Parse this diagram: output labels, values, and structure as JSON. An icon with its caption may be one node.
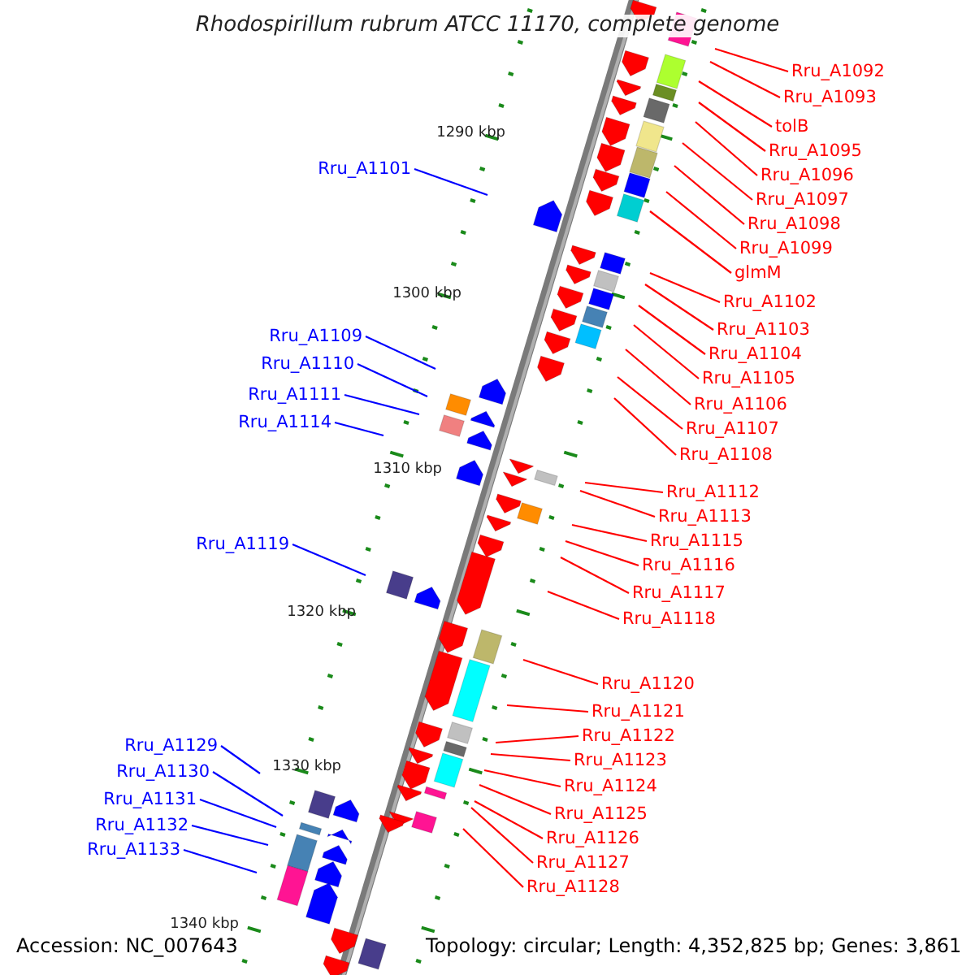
{
  "diagram": {
    "title": "Rhodospirillum rubrum ATCC 11170, complete genome",
    "nodes": [
      {
        "text": [
          "Rru_A1092"
        ]
      },
      {
        "text": [
          "Rru_A1093"
        ]
      },
      {
        "text": [
          "tolB"
        ]
      },
      {
        "text": [
          "Rru_A1095"
        ]
      },
      {
        "text": [
          "Rru_A1101"
        ]
      },
      {
        "text": [
          "Rru_A1096"
        ]
      },
      {
        "text": [
          "Rru_A1097"
        ]
      },
      {
        "text": [
          "Rru_A1098"
        ]
      },
      {
        "text": [
          "Rru_A1099"
        ]
      },
      {
        "text": [
          "glmM"
        ]
      },
      {
        "text": [
          "Rru_A1102"
        ]
      },
      {
        "text": [
          "Rru_A1103"
        ]
      },
      {
        "text": [
          "Rru_A1109"
        ]
      },
      {
        "text": [
          "Rru_A1104"
        ]
      },
      {
        "text": [
          "Rru_A1110"
        ]
      },
      {
        "text": [
          "Rru_A1105"
        ]
      },
      {
        "text": [
          "Rru_A1111"
        ]
      },
      {
        "text": [
          "Rru_A1106"
        ]
      },
      {
        "text": [
          "Rru_A1114"
        ]
      },
      {
        "text": [
          "Rru_A1107"
        ]
      },
      {
        "text": [
          "Rru_A1108"
        ]
      },
      {
        "text": [
          "Rru_A1112"
        ]
      },
      {
        "text": [
          "Rru_A1113"
        ]
      },
      {
        "text": [
          "Rru_A1115"
        ]
      },
      {
        "text": [
          "Rru_A1119"
        ]
      },
      {
        "text": [
          "Rru_A1116"
        ]
      },
      {
        "text": [
          "Rru_A1117"
        ]
      },
      {
        "text": [
          "Rru_A1118"
        ]
      },
      {
        "text": [
          "Rru_A1120"
        ]
      },
      {
        "text": [
          "Rru_A1121"
        ]
      },
      {
        "text": [
          "Rru_A1122"
        ]
      },
      {
        "text": [
          "Rru_A1129"
        ]
      },
      {
        "text": [
          "Rru_A1123"
        ]
      },
      {
        "text": [
          "Rru_A1130"
        ]
      },
      {
        "text": [
          "Rru_A1124"
        ]
      },
      {
        "text": [
          "Rru_A1131"
        ]
      },
      {
        "text": [
          "Rru_A1125"
        ]
      },
      {
        "text": [
          "Rru_A1132"
        ]
      },
      {
        "text": [
          "Rru_A1126"
        ]
      },
      {
        "text": [
          "Rru_A1133"
        ]
      },
      {
        "text": [
          "Rru_A1127"
        ]
      },
      {
        "text": [
          "Rru_A1128"
        ]
      }
    ],
    "edges": [
      {
        "from": 0,
        "to": null,
        "arrow": "none"
      },
      {
        "from": 1,
        "to": null,
        "arrow": "none"
      },
      {
        "from": 2,
        "to": null,
        "arrow": "none"
      },
      {
        "from": 3,
        "to": null,
        "arrow": "none"
      },
      {
        "from": 4,
        "to": null,
        "arrow": "none",
        "color": "#0000ff"
      },
      {
        "from": 5,
        "to": null,
        "arrow": "none"
      },
      {
        "from": 6,
        "to": null,
        "arrow": "none"
      },
      {
        "from": 7,
        "to": null,
        "arrow": "none"
      },
      {
        "from": 8,
        "to": null,
        "arrow": "none"
      },
      {
        "from": 9,
        "to": null,
        "arrow": "none"
      },
      {
        "from": 10,
        "to": null,
        "arrow": "none"
      },
      {
        "from": 11,
        "to": null,
        "arrow": "none"
      },
      {
        "from": 12,
        "to": null,
        "arrow": "none",
        "color": "#0000ff"
      },
      {
        "from": 13,
        "to": null,
        "arrow": "none"
      },
      {
        "from": 14,
        "to": null,
        "arrow": "none",
        "color": "#0000ff"
      },
      {
        "from": 15,
        "to": null,
        "arrow": "none"
      },
      {
        "from": 16,
        "to": null,
        "arrow": "none",
        "color": "#0000ff"
      },
      {
        "from": 17,
        "to": null,
        "arrow": "none"
      },
      {
        "from": 18,
        "to": null,
        "arrow": "none",
        "color": "#0000ff"
      },
      {
        "from": 19,
        "to": null,
        "arrow": "none"
      },
      {
        "from": 20,
        "to": null,
        "arrow": "none"
      },
      {
        "from": 21,
        "to": null,
        "arrow": "none"
      },
      {
        "from": 22,
        "to": null,
        "arrow": "none"
      },
      {
        "from": 23,
        "to": null,
        "arrow": "none"
      },
      {
        "from": 24,
        "to": null,
        "arrow": "none",
        "color": "#0000ff"
      },
      {
        "from": 25,
        "to": null,
        "arrow": "none"
      },
      {
        "from": 26,
        "to": null,
        "arrow": "none"
      },
      {
        "from": 27,
        "to": null,
        "arrow": "none"
      },
      {
        "from": 28,
        "to": null,
        "arrow": "none"
      },
      {
        "from": 29,
        "to": null,
        "arrow": "none"
      },
      {
        "from": 30,
        "to": null,
        "arrow": "none"
      },
      {
        "from": 31,
        "to": null,
        "arrow": "none",
        "color": "#0000ff"
      },
      {
        "from": 32,
        "to": null,
        "arrow": "none"
      },
      {
        "from": 33,
        "to": null,
        "arrow": "none",
        "color": "#0000ff"
      },
      {
        "from": 34,
        "to": null,
        "arrow": "none"
      },
      {
        "from": 35,
        "to": null,
        "arrow": "none",
        "color": "#0000ff"
      },
      {
        "from": 36,
        "to": null,
        "arrow": "none"
      },
      {
        "from": 37,
        "to": null,
        "arrow": "none",
        "color": "#0000ff"
      },
      {
        "from": 38,
        "to": null,
        "arrow": "none"
      },
      {
        "from": 39,
        "to": null,
        "arrow": "none",
        "color": "#0000ff"
      },
      {
        "from": 40,
        "to": null,
        "arrow": "none"
      },
      {
        "from": 41,
        "to": null,
        "arrow": "none"
      }
    ],
    "labels": [
      "1290 kbp",
      "1300 kbp",
      "1310 kbp",
      "1320 kbp",
      "1330 kbp",
      "1340 kbp",
      "Accession: NC_007643",
      "Topology: circular; Length: 4,352,825 bp; Genes: 3,861"
    ]
  }
}
